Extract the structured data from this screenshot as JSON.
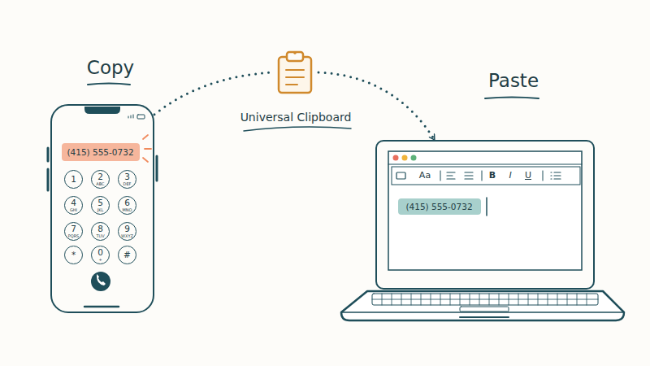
{
  "diagram": {
    "nodes": [
      {
        "text": [
          "Copy"
        ]
      },
      {
        "text": [
          "(415) 555-0732"
        ],
        "in": 0
      },
      {
        "text": [
          "1"
        ],
        "in": 0
      },
      {
        "text": [
          "2",
          "ABC"
        ],
        "in": 0
      },
      {
        "text": [
          "3",
          "DEF"
        ],
        "in": 0
      },
      {
        "text": [
          "4",
          "GHI"
        ],
        "in": 0
      },
      {
        "text": [
          "5",
          "JKL"
        ],
        "in": 0
      },
      {
        "text": [
          "6",
          "MNO"
        ],
        "in": 0
      },
      {
        "text": [
          "7",
          "PQRS"
        ],
        "in": 0
      },
      {
        "text": [
          "8",
          "TUV"
        ],
        "in": 0
      },
      {
        "text": [
          "9",
          "WXYZ"
        ],
        "in": 0
      },
      {
        "text": [
          "*"
        ],
        "in": 0
      },
      {
        "text": [
          "0",
          "+"
        ],
        "in": 0
      },
      {
        "text": [
          "#"
        ],
        "in": 0
      },
      {
        "text": [
          "Universal Clipboard"
        ]
      },
      {
        "text": [
          "Paste"
        ]
      },
      {
        "text": [
          "(415) 555-0732"
        ],
        "in": 15
      }
    ],
    "edges": [
      {
        "from": 0,
        "to": 14,
        "arrow": "none"
      },
      {
        "from": 14,
        "to": 15,
        "arrow": "to"
      }
    ],
    "labels": [
      "Aa",
      "B",
      "I",
      "U"
    ]
  }
}
